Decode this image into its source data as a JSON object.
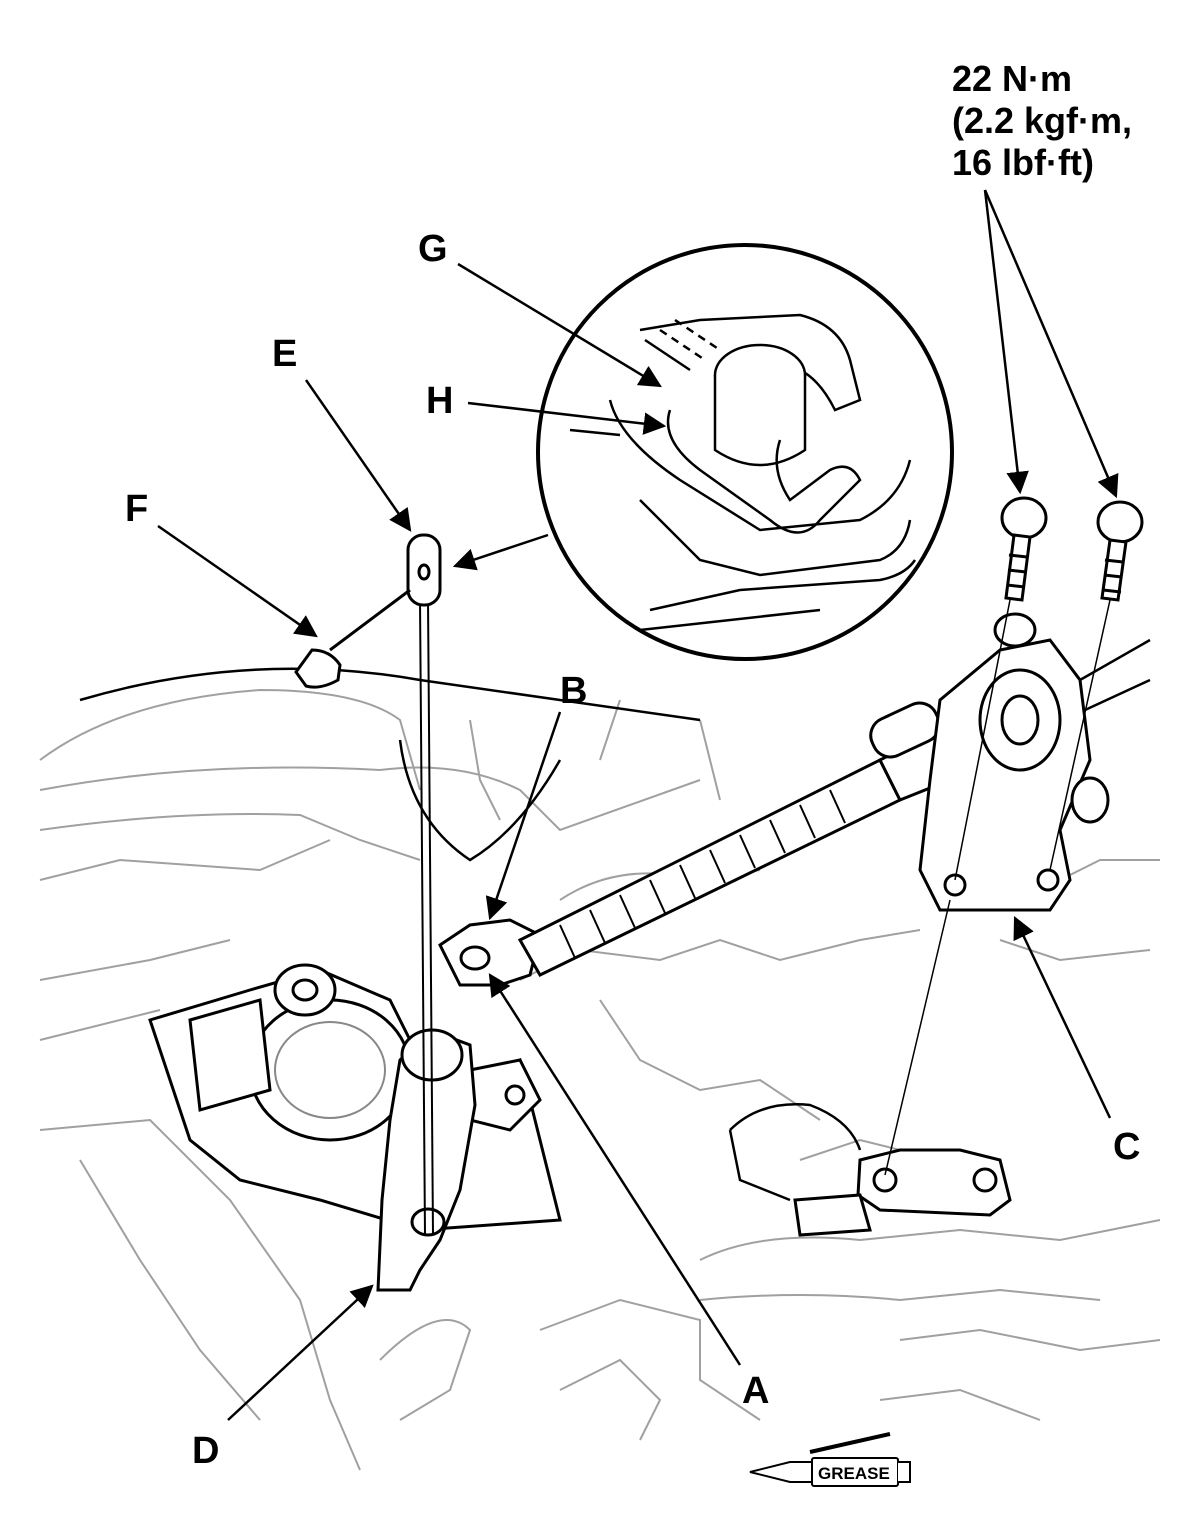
{
  "callouts": {
    "A": "A",
    "B": "B",
    "C": "C",
    "D": "D",
    "E": "E",
    "F": "F",
    "G": "G",
    "H": "H"
  },
  "torque_spec": {
    "line1": "22 N·m",
    "line2": "(2.2 kgf·m,",
    "line3": "16 lbf·ft)"
  },
  "grease_symbol": {
    "label": "GREASE",
    "icon": "grease-gun-icon"
  },
  "colors": {
    "line": "#000000",
    "background_line": "#9a9a9a"
  }
}
